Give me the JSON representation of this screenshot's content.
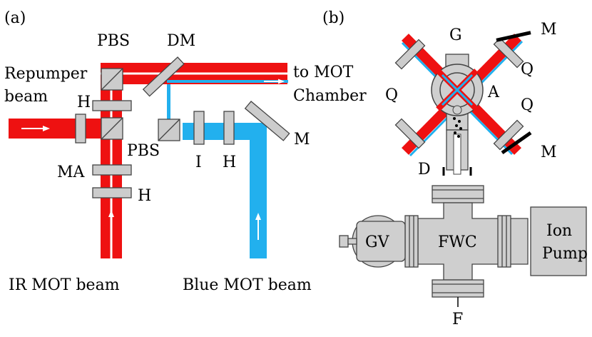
{
  "panel_a": {
    "panel_label": "(a)",
    "labels": {
      "pbs_top": "PBS",
      "dm": "DM",
      "repumper_line1": "Repumper",
      "repumper_line2": "beam",
      "h_upper": "H",
      "pbs_lower": "PBS",
      "ma": "MA",
      "h_lower": "H",
      "to_mot_line1": "to MOT",
      "to_mot_line2": "Chamber",
      "i": "I",
      "h_blue": "H",
      "m": "M",
      "ir_mot_beam": "IR MOT beam",
      "blue_mot_beam": "Blue MOT beam"
    }
  },
  "panel_b": {
    "panel_label": "(b)",
    "labels": {
      "g": "G",
      "m_top": "M",
      "q_top_right": "Q",
      "q_left": "Q",
      "a": "A",
      "q_right": "Q",
      "m_bottom": "M",
      "d": "D",
      "gv": "GV",
      "fwc": "FWC",
      "ion_line1": "Ion",
      "ion_line2": "Pump",
      "f": "F"
    }
  },
  "colors": {
    "ir_beam": "#ee1111",
    "blue_beam": "#22b0ee",
    "optic_fill": "#cccccc",
    "outline": "#444444",
    "hardware_fill": "#cfcfcf"
  }
}
